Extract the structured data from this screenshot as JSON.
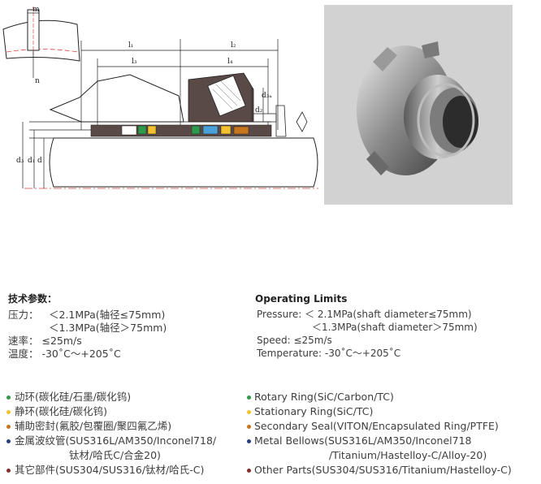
{
  "drawing": {
    "labels": {
      "m": "m",
      "n": "n",
      "l1": "l₁",
      "l2": "l₂",
      "l3": "l₃",
      "l4": "l₄",
      "d3": "d₃",
      "d1": "d₁",
      "d": "d",
      "d2": "d₂",
      "d3b": "d₃ₐ"
    }
  },
  "left": {
    "title": "技术参数：",
    "pressure_label": "压力：",
    "pressure_1": "＜2.1MPa(轴径≤75mm)",
    "pressure_2": "＜1.3MPa(轴径＞75mm)",
    "speed": "速率：  ≤25m/s",
    "temperature": "温度：  -30˚C～+205˚C",
    "materials": [
      {
        "text": "动环(碳化硅/石墨/碳化钨)",
        "color": "#2e9a4a"
      },
      {
        "text": "静环(碳化硅/碳化钨)",
        "color": "#f2c12e"
      },
      {
        "text": "辅助密封(氟胶/包覆圈/聚四氟乙烯)",
        "color": "#c8761e"
      },
      {
        "text": "金属波纹管(SUS316L/AM350/Inconel718/",
        "text2": "钛材/哈氏C/合金20)",
        "color": "#2a3c7a"
      },
      {
        "text": "其它部件(SUS304/SUS316/钛材/哈氏-C)",
        "color": "#8a2a2a"
      }
    ]
  },
  "right": {
    "title": "Operating Limits",
    "pressure_1": "Pressure: ＜ 2.1MPa(shaft diameter≤75mm)",
    "pressure_2": "＜1.3MPa(shaft diameter＞75mm)",
    "speed": "Speed:   ≤25m/s",
    "temperature": "Temperature:  -30˚C～+205˚C",
    "materials": [
      {
        "text": "Rotary  Ring(SiC/Carbon/TC)",
        "color": "#2e9a4a"
      },
      {
        "text": "Stationary  Ring(SiC/TC)",
        "color": "#f2c12e"
      },
      {
        "text": "Secondary  Seal(VITON/Encapsulated Ring/PTFE)",
        "color": "#c8761e"
      },
      {
        "text": "Metal  Bellows(SUS316L/AM350/Inconel718",
        "text2": "/Titanium/Hastelloy-C/Alloy-20)",
        "color": "#2a3c7a"
      },
      {
        "text": "Other  Parts(SUS304/SUS316/Titanium/Hastelloy-C)",
        "color": "#8a2a2a"
      }
    ]
  }
}
